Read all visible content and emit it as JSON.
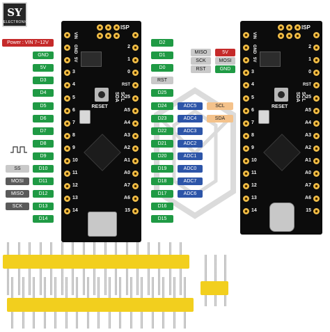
{
  "brand": {
    "logo_text": "SY",
    "logo_sub": "ELECTRONICS"
  },
  "left_labels": [
    {
      "text": "Power : VIN  7~12V",
      "style": "rd"
    },
    {
      "text": "GND",
      "style": "g"
    },
    {
      "text": "5V",
      "style": "g"
    },
    {
      "text": "D3",
      "style": "g"
    },
    {
      "text": "D4",
      "style": "g"
    },
    {
      "text": "D5",
      "style": "g"
    },
    {
      "text": "D6",
      "style": "g"
    },
    {
      "text": "D7",
      "style": "g"
    },
    {
      "text": "D8",
      "style": "g"
    },
    {
      "text": "D9",
      "style": "g"
    },
    {
      "text": "D10",
      "style": "g"
    },
    {
      "text": "D11",
      "style": "g"
    },
    {
      "text": "D12",
      "style": "g"
    },
    {
      "text": "D13",
      "style": "g"
    },
    {
      "text": "D14",
      "style": "g"
    }
  ],
  "left_func_labels": [
    {
      "text": "SS",
      "row": 10
    },
    {
      "text": "MOSI",
      "row": 11
    },
    {
      "text": "MISO",
      "row": 12
    },
    {
      "text": "SCK",
      "row": 13
    }
  ],
  "right_labels": [
    "D2",
    "D1",
    "D0",
    "RST",
    "D25",
    "D24",
    "D23",
    "D22",
    "D21",
    "D20",
    "D19",
    "D18",
    "D17",
    "D16",
    "D15"
  ],
  "adc_labels": [
    {
      "text": "ADC5",
      "row": 5
    },
    {
      "text": "ADC4",
      "row": 6
    },
    {
      "text": "ADC3",
      "row": 7
    },
    {
      "text": "ADC2",
      "row": 8
    },
    {
      "text": "ADC1",
      "row": 9
    },
    {
      "text": "ADC0",
      "row": 10
    },
    {
      "text": "ADC7",
      "row": 11
    },
    {
      "text": "ADC6",
      "row": 12
    }
  ],
  "i2c_labels": [
    {
      "text": "SCL",
      "row": 5
    },
    {
      "text": "SDA",
      "row": 6
    }
  ],
  "isp_labels": [
    {
      "left": "MISO",
      "right": "5V",
      "right_style": "rd"
    },
    {
      "left": "SCK",
      "right": "MOSI",
      "right_style": "gy"
    },
    {
      "left": "RST",
      "right": "GND",
      "right_style": "g"
    }
  ],
  "board1": {
    "isp": "ISP",
    "left_col": [
      "VIN",
      "GND",
      "5V",
      "3",
      "4",
      "5",
      "6",
      "7",
      "8",
      "9",
      "10",
      "11",
      "12",
      "13",
      "14"
    ],
    "right_col": [
      "2",
      "1",
      "0",
      "RST",
      "25",
      "A5",
      "A4",
      "A3",
      "A2",
      "A1",
      "A0",
      "A7",
      "A6",
      "15"
    ],
    "reset": "RESET",
    "scl_sda": "SCL SDA"
  },
  "board2": {
    "isp": "ISP",
    "left_col": [
      "VIN",
      "GND",
      "5V",
      "3",
      "4",
      "5",
      "6",
      "7",
      "8",
      "9",
      "10",
      "11",
      "12",
      "13",
      "14"
    ],
    "right_col": [
      "2",
      "1",
      "0",
      "RST",
      "25",
      "A5",
      "A4",
      "A3",
      "A2",
      "A1",
      "A0",
      "A7",
      "A6",
      "15"
    ],
    "reset": "RESET",
    "scl_sda": "SCL SDA"
  },
  "pin_headers": {
    "long_strip_pins": 17,
    "short_strip_pins": 3
  }
}
